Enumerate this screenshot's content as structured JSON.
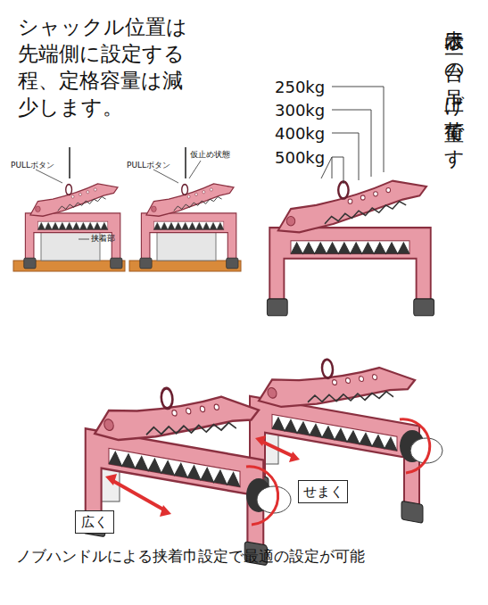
{
  "diagram": {
    "caption": "ノブハンドルによる挟着巾設定で最適の設定が可能",
    "nodes": [
      {
        "text": [
          "広く"
        ]
      },
      {
        "text": [
          "せまく"
        ]
      }
    ],
    "labels": [
      "シャックル位置は先端側に設定する程、定格容量は減少します。",
      "PULLボタン",
      "挟着部",
      "PULLボタン",
      "仮止め状態",
      "250kg",
      "300kg",
      "400kg",
      "500kg",
      "表示は一台の吊上げ荷重です"
    ]
  }
}
